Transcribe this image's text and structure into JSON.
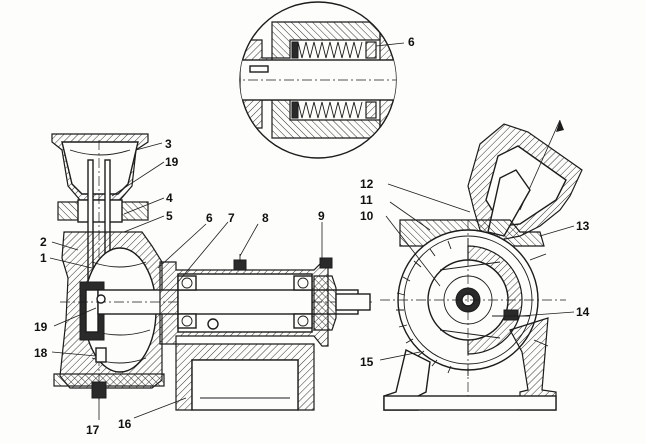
{
  "callouts": [
    {
      "id": "c1",
      "text": "1"
    },
    {
      "id": "c2",
      "text": "2"
    },
    {
      "id": "c3",
      "text": "3"
    },
    {
      "id": "c4",
      "text": "4"
    },
    {
      "id": "c5",
      "text": "5"
    },
    {
      "id": "c6a",
      "text": "6"
    },
    {
      "id": "c7",
      "text": "7"
    },
    {
      "id": "c8",
      "text": "8"
    },
    {
      "id": "c9",
      "text": "9"
    },
    {
      "id": "c10",
      "text": "10"
    },
    {
      "id": "c11",
      "text": "11"
    },
    {
      "id": "c12",
      "text": "12"
    },
    {
      "id": "c13",
      "text": "13"
    },
    {
      "id": "c14",
      "text": "14"
    },
    {
      "id": "c15",
      "text": "15"
    },
    {
      "id": "c16",
      "text": "16"
    },
    {
      "id": "c17",
      "text": "17"
    },
    {
      "id": "c18",
      "text": "18"
    },
    {
      "id": "c19a",
      "text": "19"
    },
    {
      "id": "c19b",
      "text": "19"
    },
    {
      "id": "c6b",
      "text": "6"
    }
  ]
}
